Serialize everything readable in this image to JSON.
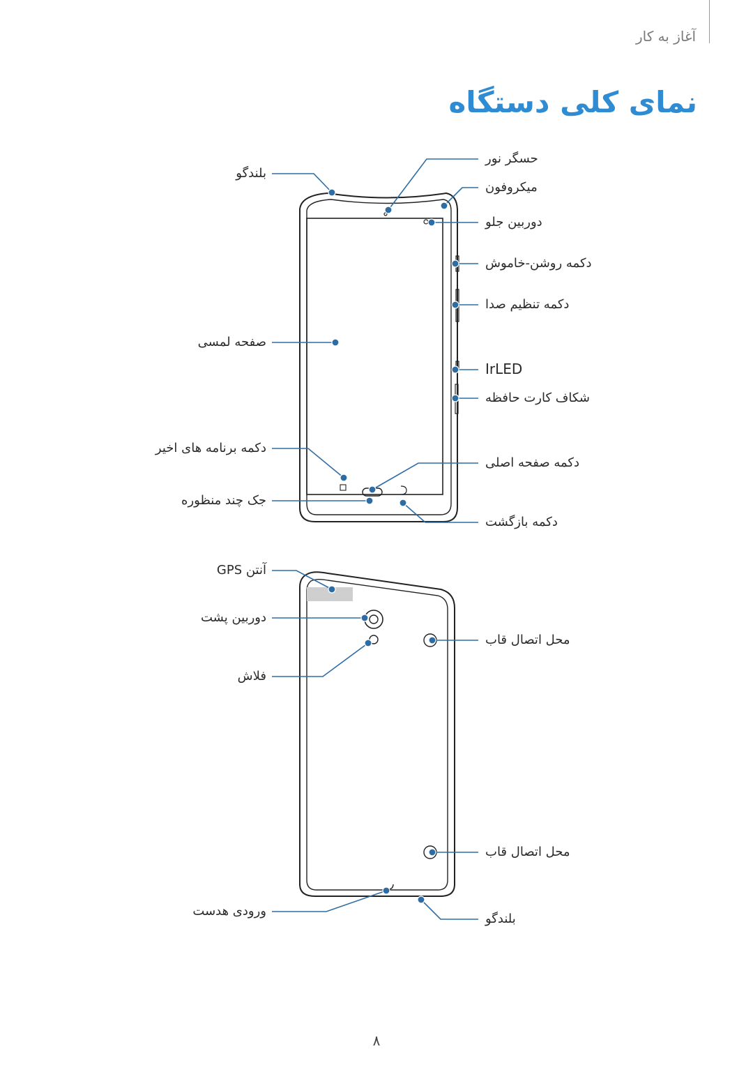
{
  "header": {
    "section": "آغاز به کار",
    "title": "نمای کلی دستگاه"
  },
  "front_labels": {
    "speaker_top": "بلندگو",
    "light_sensor": "حسگر نور",
    "microphone": "میکروفون",
    "front_camera": "دوربین جلو",
    "power_key": "دکمه روشن-خاموش",
    "volume_key": "دکمه تنظیم صدا",
    "touch_screen": "صفحه لمسی",
    "irled": "IrLED",
    "memory_slot": "شکاف کارت حافظه",
    "recent_apps": "دکمه برنامه های اخیر",
    "home_key": "دکمه صفحه اصلی",
    "multipurpose_jack": "جک چند منظوره",
    "back_key": "دکمه بازگشت"
  },
  "back_labels": {
    "gps_antenna": "آنتن GPS",
    "rear_camera": "دوربین پشت",
    "flash": "فلاش",
    "cover_point_top": "محل اتصال قاب",
    "cover_point_bottom": "محل اتصال قاب",
    "headset_jack": "ورودی هدست",
    "speaker_bottom": "بلندگو"
  },
  "page_number": "۸",
  "colors": {
    "accent": "#2f8cd3",
    "callout": "#2e6da4",
    "outline": "#222222"
  }
}
